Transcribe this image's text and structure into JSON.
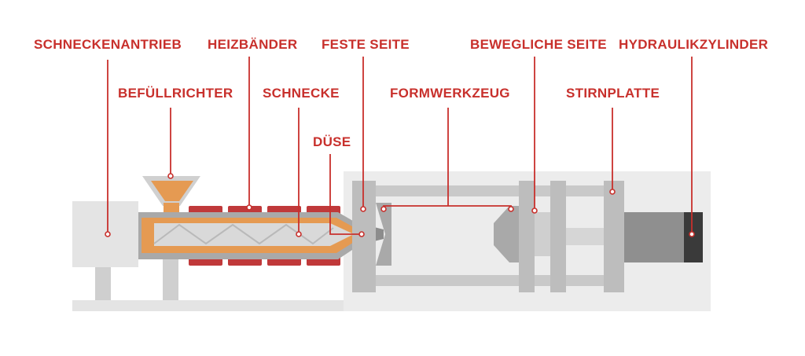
{
  "colors": {
    "accent": "#c8302c",
    "machine_light": "#e4e4e4",
    "machine_mid": "#cfcfcf",
    "machine_dark": "#a9a9a9",
    "machine_darker": "#8c8c8c",
    "barrel_orange": "#e59a52",
    "heater_red": "#c0393a",
    "cylinder_dark": "#3a3a3a"
  },
  "labels": {
    "schneckenantrieb": "SCHNECKENANTRIEB",
    "befuellrichter": "BEFÜLLRICHTER",
    "heizbaender": "HEIZBÄNDER",
    "schnecke": "SCHNECKE",
    "duese": "DÜSE",
    "feste_seite": "FESTE SEITE",
    "formwerkzeug": "FORMWERKZEUG",
    "bewegliche_seite": "BEWEGLICHE SEITE",
    "stirnplatte": "STIRNPLATTE",
    "hydraulikzylinder": "HYDRAULIKZYLINDER"
  },
  "icons": {
    "pointer_marker": "hollow-circle"
  }
}
